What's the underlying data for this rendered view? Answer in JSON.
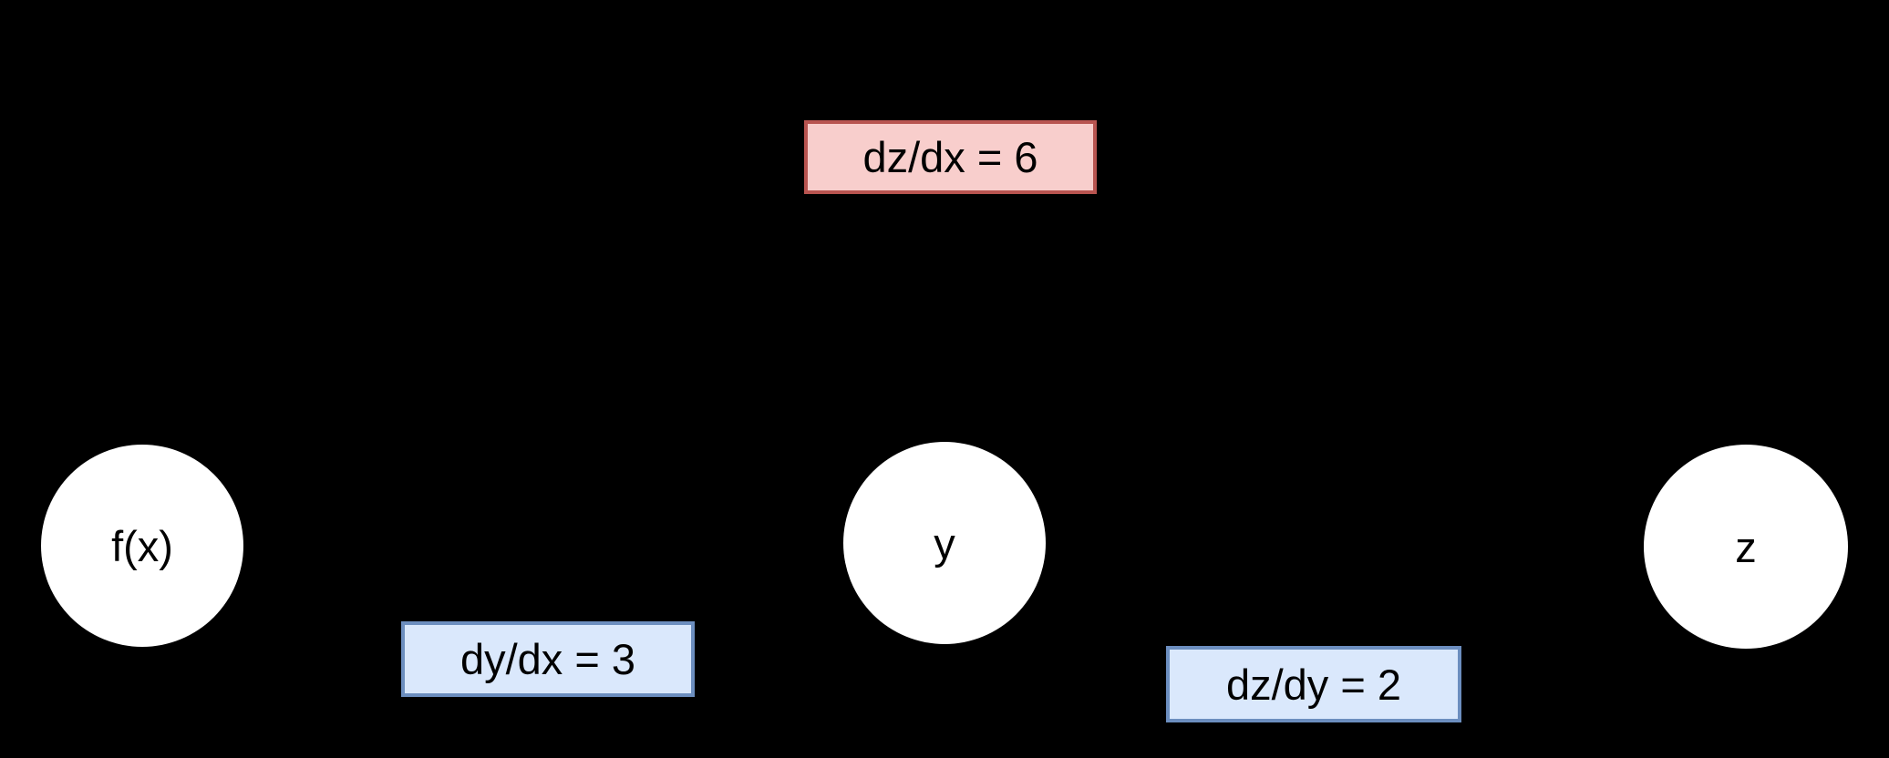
{
  "diagram": {
    "background_color": "#000000",
    "nodes": [
      {
        "label": "f(x)",
        "fill": "#ffffff",
        "text_color": "#000000",
        "shape": "circle"
      },
      {
        "label": "y",
        "fill": "#ffffff",
        "text_color": "#000000",
        "shape": "circle"
      },
      {
        "label": "z",
        "fill": "#ffffff",
        "text_color": "#000000",
        "shape": "circle"
      }
    ],
    "edge_labels": [
      {
        "text": "dz/dx = 6",
        "fill": "#f8cecc",
        "border_color": "#b85450",
        "text_color": "#000000"
      },
      {
        "text": "dy/dx = 3",
        "fill": "#dae8fc",
        "border_color": "#6c8ebf",
        "text_color": "#000000"
      },
      {
        "text": "dz/dy = 2",
        "fill": "#dae8fc",
        "border_color": "#6c8ebf",
        "text_color": "#000000"
      }
    ]
  }
}
